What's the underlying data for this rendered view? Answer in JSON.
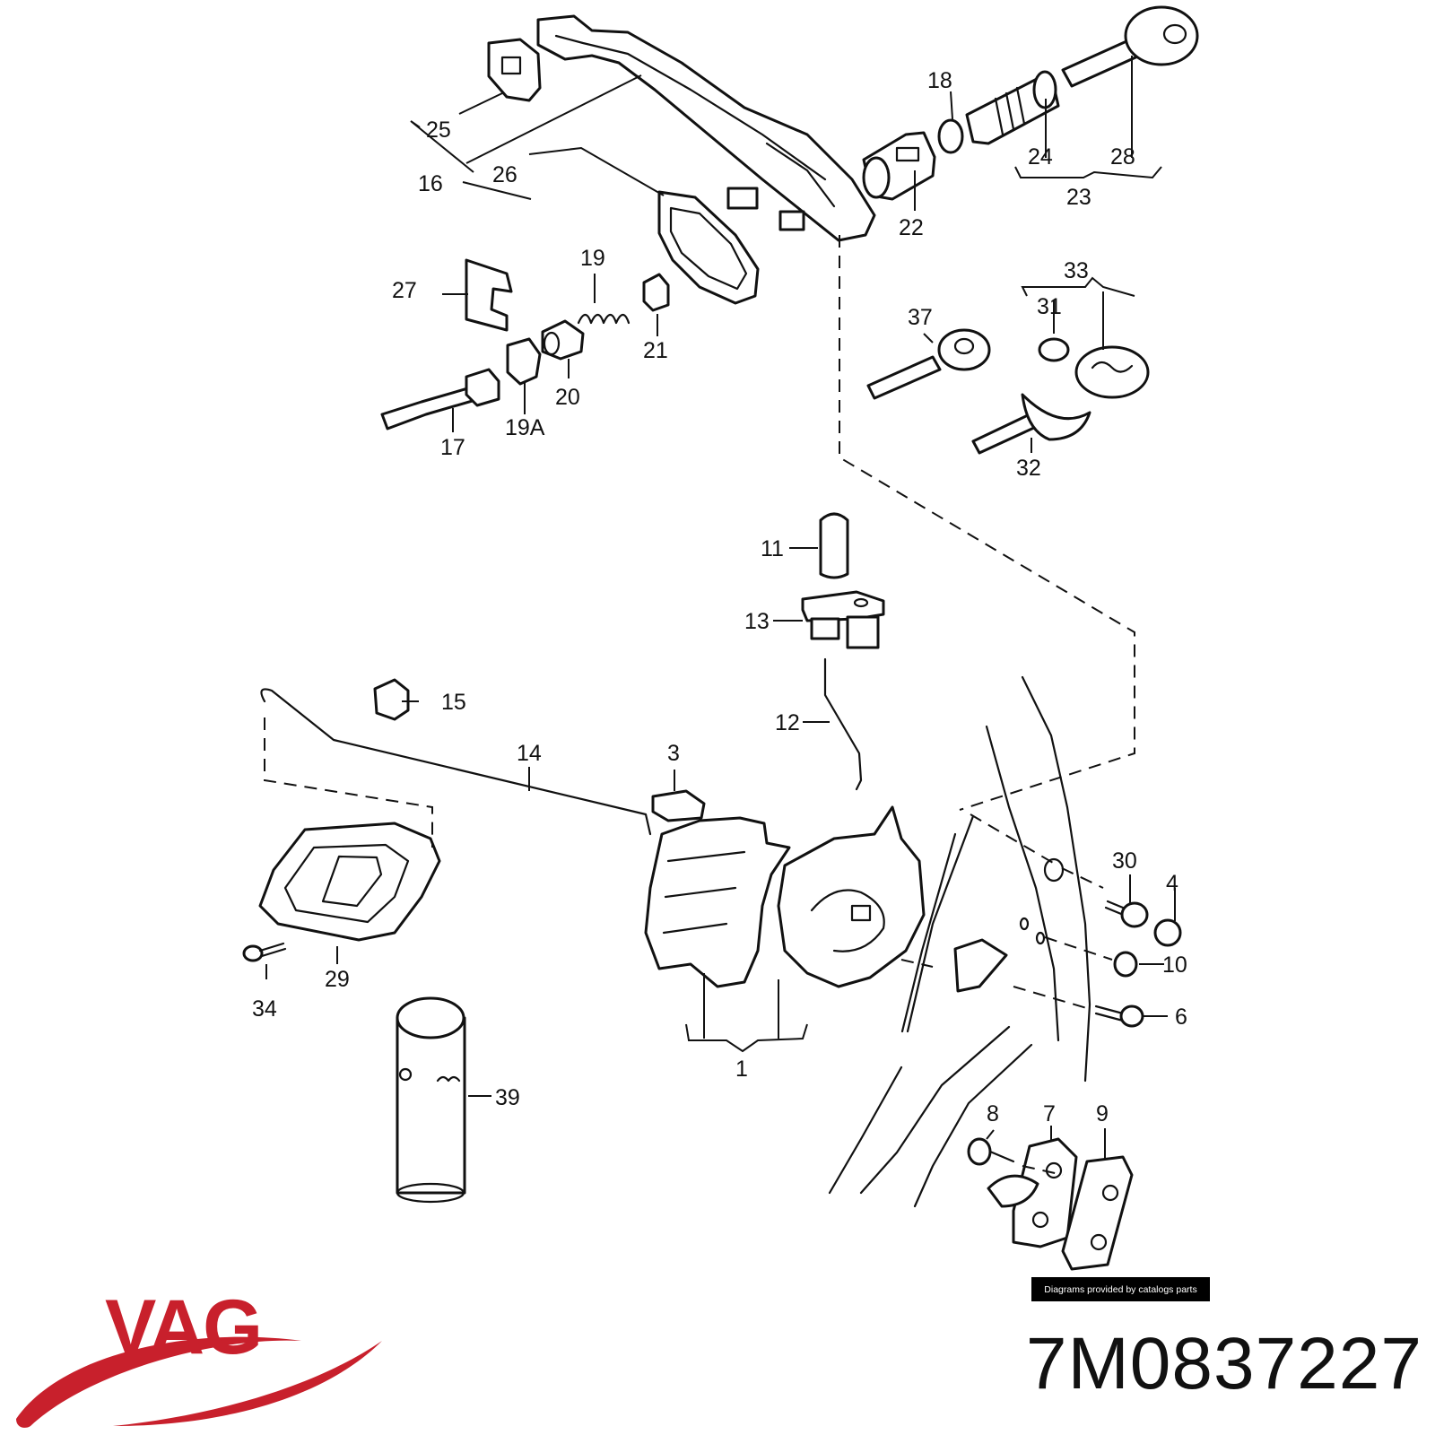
{
  "labels": {
    "l1": "1",
    "l3": "3",
    "l4": "4",
    "l6": "6",
    "l7": "7",
    "l8": "8",
    "l9": "9",
    "l10": "10",
    "l11": "11",
    "l12": "12",
    "l13": "13",
    "l14": "14",
    "l15": "15",
    "l16": "16",
    "l17": "17",
    "l18": "18",
    "l19": "19",
    "l19a": "19A",
    "l20": "20",
    "l21": "21",
    "l22": "22",
    "l23": "23",
    "l24": "24",
    "l25": "25",
    "l26": "26",
    "l27": "27",
    "l28": "28",
    "l29": "29",
    "l30": "30",
    "l31": "31",
    "l32": "32",
    "l33": "33",
    "l34": "34",
    "l37": "37",
    "l39": "39"
  },
  "credit": "Diagrams provided by catalogs parts",
  "brand": {
    "name": "VAG",
    "color": "#c8202c"
  },
  "part_number": "7M0837227"
}
